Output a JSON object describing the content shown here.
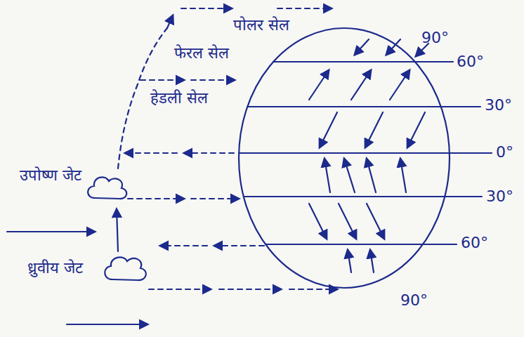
{
  "diagram": {
    "labels": [
      "पोलर सेल",
      "फेरल सेल",
      "हेडली सेल",
      "उपोष्ण जेट",
      "ध्रुवीय जेट",
      "90°",
      "60°",
      "30°",
      "0°",
      "30°",
      "60°",
      "90°"
    ]
  }
}
